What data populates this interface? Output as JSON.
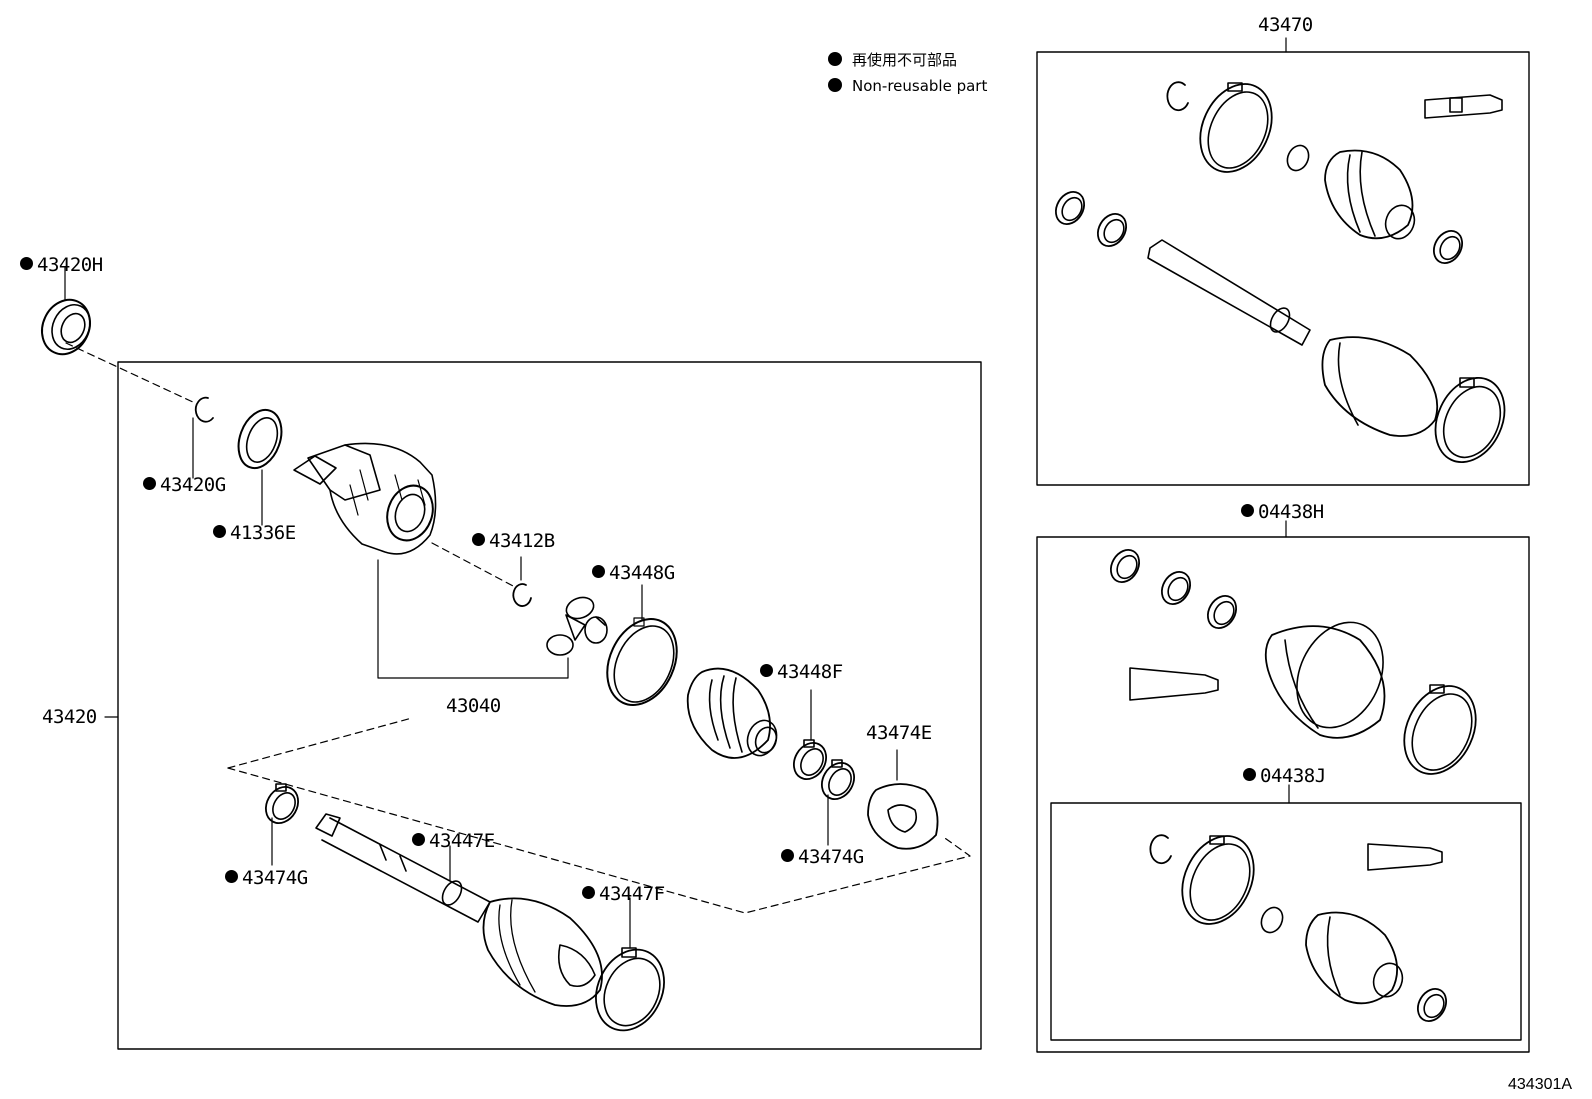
{
  "legend": {
    "ja": "再使用不可部品",
    "en": "Non-reusable part"
  },
  "figure_code": "434301A",
  "labels": {
    "p43420H": "43420H",
    "p43420G": "43420G",
    "p41336E": "41336E",
    "p43412B": "43412B",
    "p43448G": "43448G",
    "p43448F": "43448F",
    "p43474E": "43474E",
    "p43474G_right": "43474G",
    "p43474G_left": "43474G",
    "p43447E": "43447E",
    "p43447F": "43447F",
    "p43040": "43040",
    "p43420": "43420",
    "p43470": "43470",
    "p04438H": "04438H",
    "p04438J": "04438J"
  }
}
